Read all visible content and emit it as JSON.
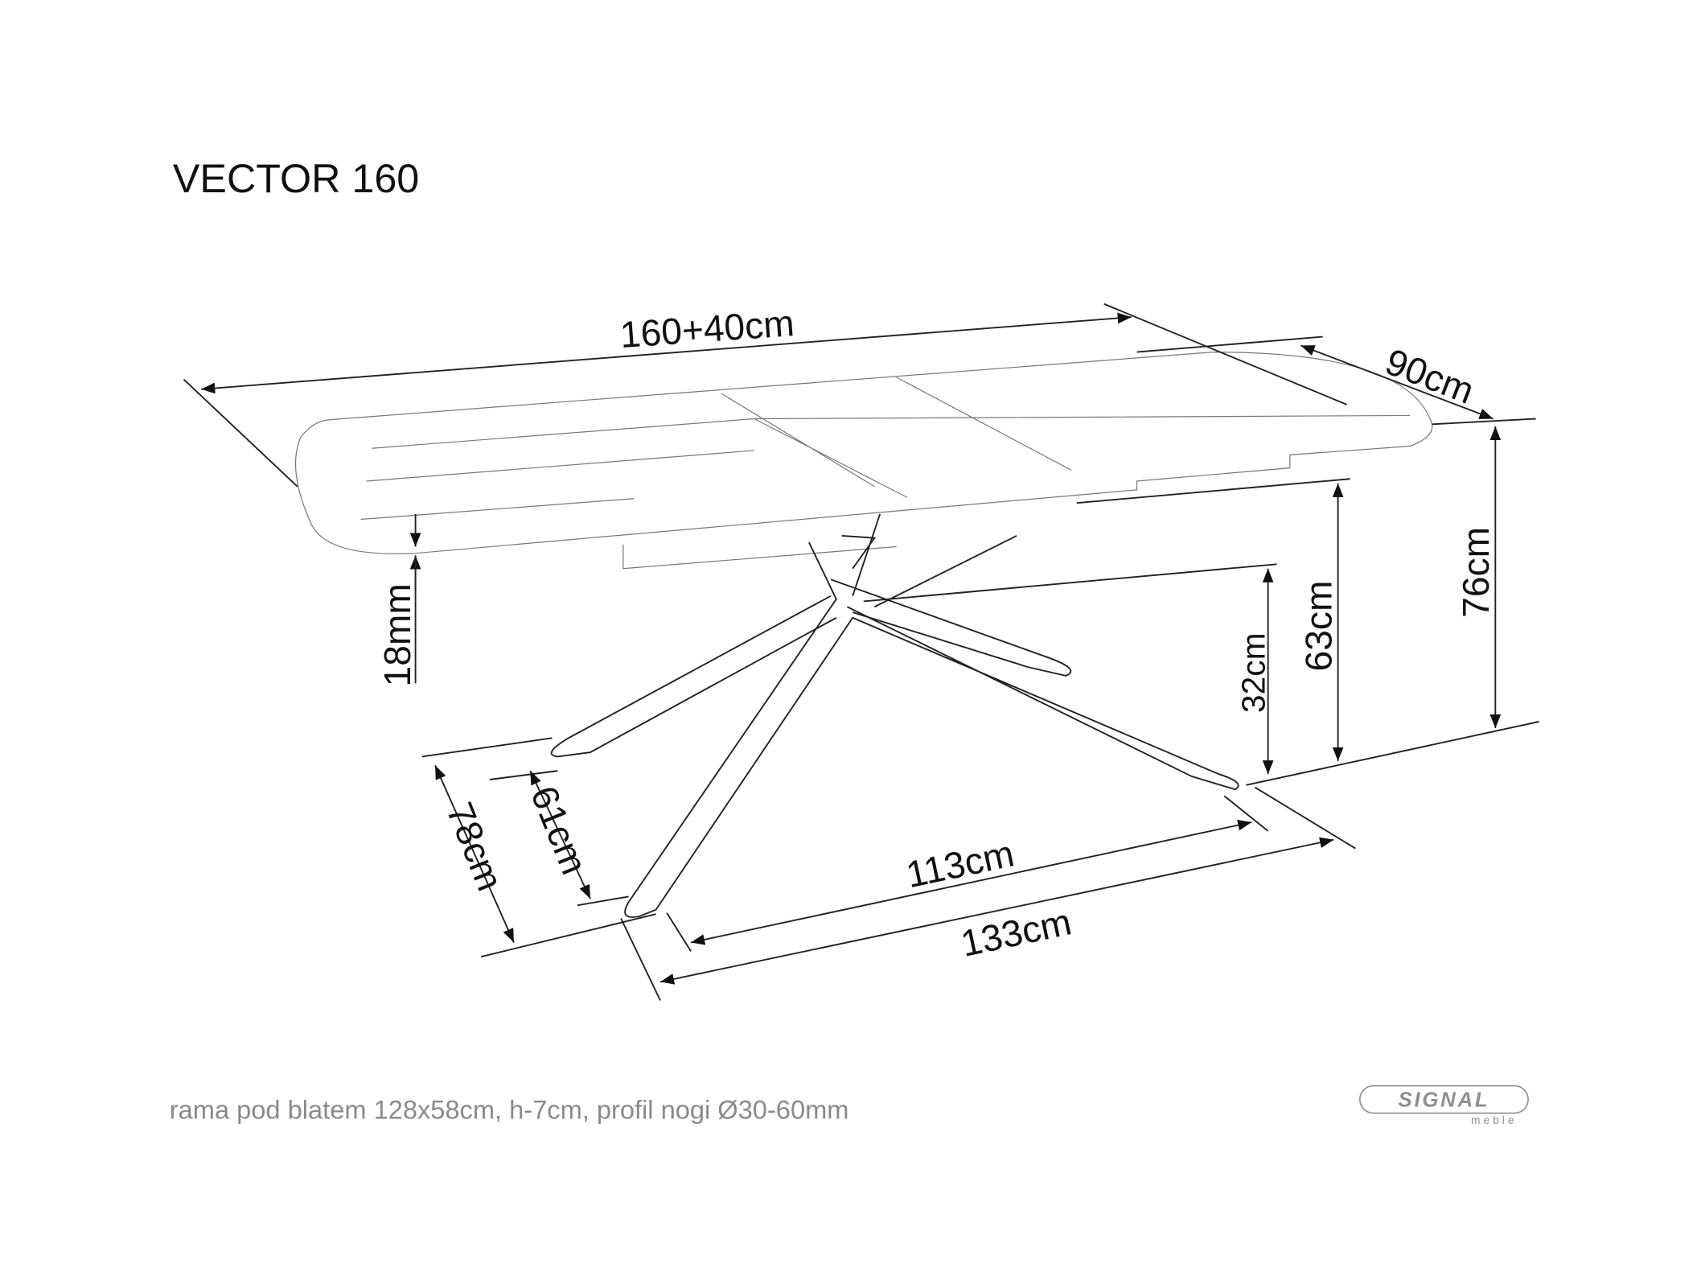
{
  "title": "VECTOR 160",
  "dimensions": {
    "length": "160+40cm",
    "depth": "90cm",
    "height_total": "76cm",
    "height_under_frame": "63cm",
    "height_leg_cross": "32cm",
    "top_thickness": "18mm",
    "leg_depth_outer": "78cm",
    "leg_depth_inner": "61cm",
    "leg_span_inner": "113cm",
    "leg_span_outer": "133cm"
  },
  "footer_note": "rama pod blatem 128x58cm, h-7cm, profil nogi Ø30-60mm",
  "logo": {
    "brand": "SIGNAL",
    "sub": "meble"
  },
  "colors": {
    "line": "#222222",
    "footer_text": "#8a8a8a",
    "logo": "#8f8f8f"
  }
}
